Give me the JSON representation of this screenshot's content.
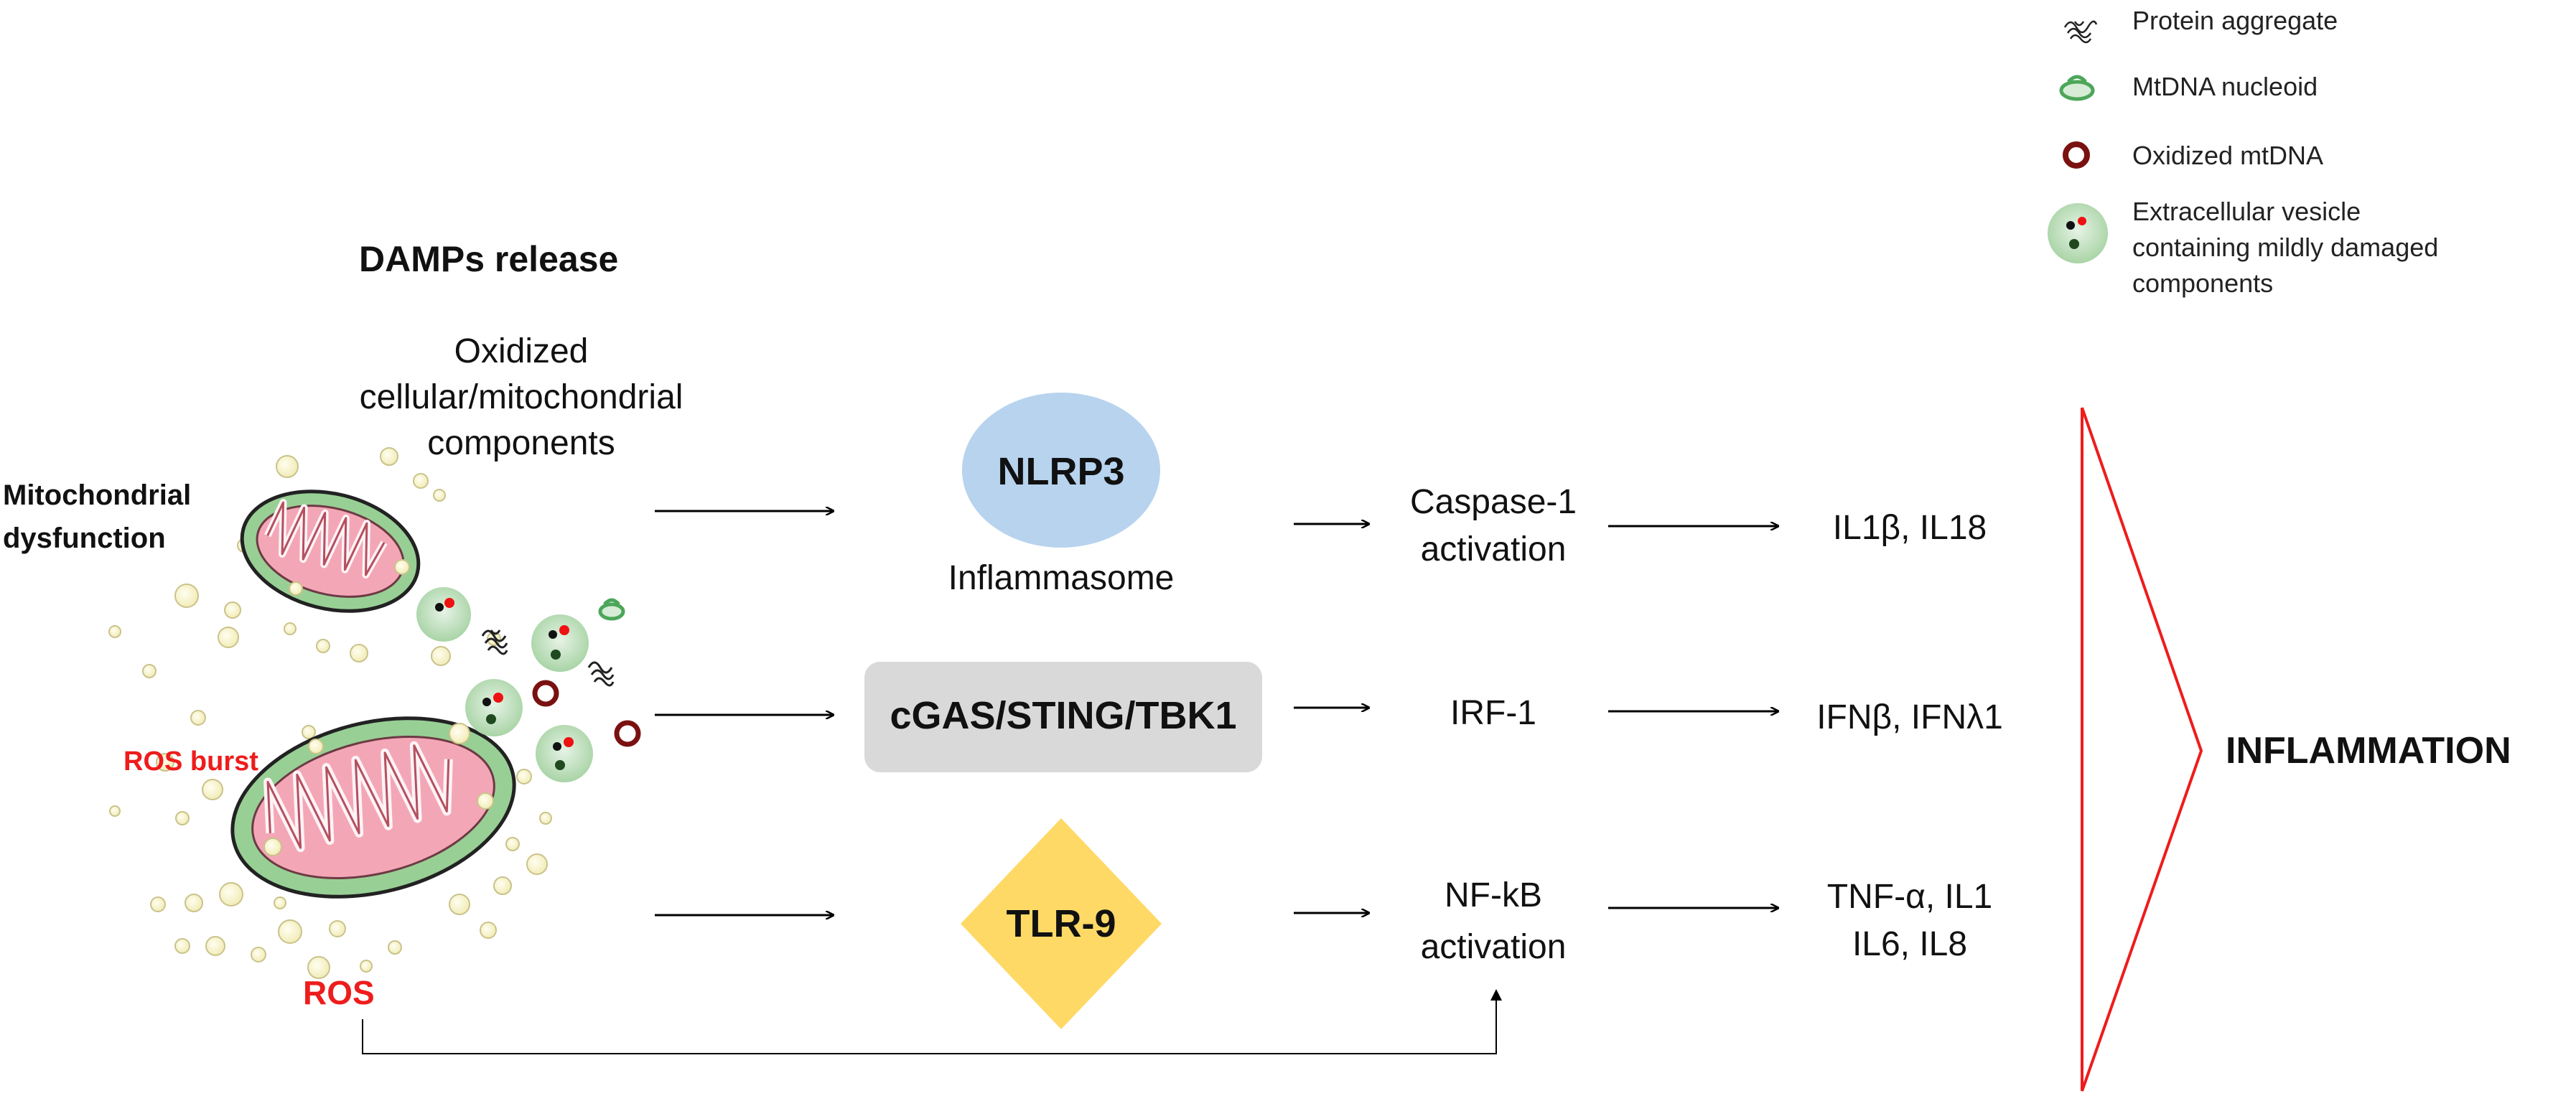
{
  "legend": {
    "protein_aggregate": "Protein aggregate",
    "mtdna_nucleoid": "MtDNA nucleoid",
    "oxidized_mtdna": "Oxidized mtDNA",
    "vesicle_line1": "Extracellular vesicle",
    "vesicle_line2": "containing mildly damaged",
    "vesicle_line3": "components"
  },
  "left": {
    "damps_title": "DAMPs release",
    "oxidized_line1": "Oxidized",
    "oxidized_line2": "cellular/mitochondrial",
    "oxidized_line3": "components",
    "mito_line1": "Mitochondrial",
    "mito_line2": "dysfunction",
    "ros_burst": "ROS burst",
    "ros": "ROS"
  },
  "sensors": {
    "nlrp3": "NLRP3",
    "inflammasome": "Inflammasome",
    "cgas": "cGAS/STING/TBK1",
    "tlr9": "TLR-9"
  },
  "mediators": {
    "casp_line1": "Caspase-1",
    "casp_line2": "activation",
    "irf": "IRF-1",
    "nfkb_line1": "NF-kB",
    "nfkb_line2": "activation"
  },
  "outputs": {
    "il1b": "IL1β, IL18",
    "ifn": "IFNβ, IFNλ1",
    "tnf_line1": "TNF-α, IL1",
    "tnf_line2": "IL6, IL8"
  },
  "inflammation": "INFLAMMATION",
  "colors": {
    "nlrp3": "#b7d3ee",
    "cgas": "#d9d9d9",
    "tlr9": "#ffd966",
    "red": "#ee1c1c",
    "mito_outer": "#9fd5a0",
    "mito_inner": "#f4a6b5",
    "granule": "#fbf6c9",
    "oxidized": "#7a1111"
  }
}
